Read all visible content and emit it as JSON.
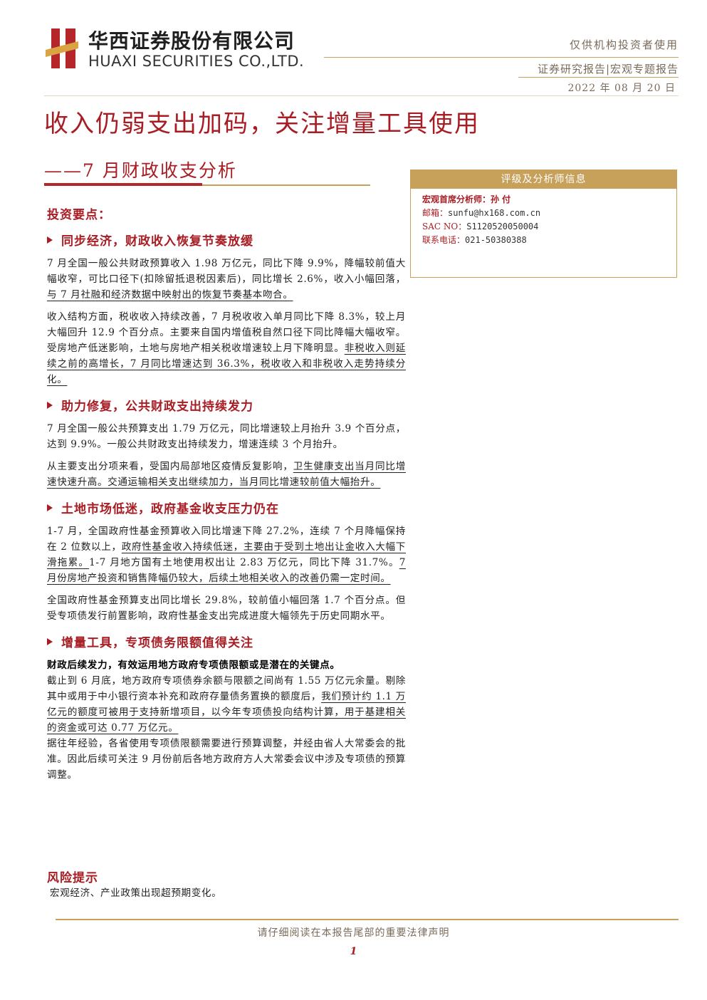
{
  "header": {
    "company_cn": "华西证券股份有限公司",
    "company_en": "HUAXI SECURITIES CO.,LTD.",
    "disclaimer": "仅供机构投资者使用",
    "report_type": "证券研究报告|宏观专题报告",
    "date": "2022 年 08 月 20 日"
  },
  "title": {
    "main": "收入仍弱支出加码，关注增量工具使用",
    "sub": "——7 月财政收支分析"
  },
  "info_box": {
    "heading": "评级及分析师信息",
    "analyst": "宏观首席分析师：孙 付",
    "email_label": "邮箱：",
    "email": "sunfu@hx168.com.cn",
    "sac_label": "SAC NO：",
    "sac": "S1120520050004",
    "phone_label": "联系电话：",
    "phone": "021-50380388"
  },
  "key_points_label": "投资要点：",
  "sections": [
    {
      "heading": "同步经济，财政收入恢复节奏放缓",
      "paragraphs": [
        {
          "plain": "7 月全国一般公共财政预算收入 1.98 万亿元，同比下降 9.9%，降幅较前值大幅收窄，可比口径下(扣除留抵退税因素后)，同比增长 2.6%，收入小幅回落，",
          "underlined": "与 7 月社融和经济数据中映射出的恢复节奏基本吻合。"
        },
        {
          "plain": "收入结构方面，税收收入持续改善，7 月税收收入单月同比下降 8.3%，较上月大幅回升 12.9 个百分点。主要来自国内增值税自然口径下同比降幅大幅收窄。受房地产低迷影响，土地与房地产相关税收增速较上月下降明显。",
          "underlined": "非税收入则延续之前的高增长，7 月同比增速达到 36.3%，税收收入和非税收入走势持续分化。"
        }
      ]
    },
    {
      "heading": "助力修复，公共财政支出持续发力",
      "paragraphs": [
        {
          "plain": "7 月全国一般公共预算支出 1.79 万亿元，同比增速较上月抬升 3.9 个百分点，达到 9.9%。一般公共财政支出持续发力，增速连续 3 个月抬升。",
          "underlined": ""
        },
        {
          "plain": "从主要支出分项来看，受国内局部地区疫情反复影响，",
          "underlined": "卫生健康支出当月同比增速快速升高。交通运输相关支出继续加力，当月同比增速较前值大幅抬升。"
        }
      ]
    },
    {
      "heading": "土地市场低迷，政府基金收支压力仍在",
      "paragraphs": [
        {
          "plain": "1-7 月，全国政府性基金预算收入同比增速下降 27.2%，连续 7 个月降幅保持在 2 位数以上，",
          "underlined": "政府性基金收入持续低迷，主要由于受到土地出让金收入大幅下滑拖累。",
          "plain2": "1-7 月地方国有土地使用权出让 2.83 万亿元，同比下降 31.7%。",
          "underlined2": "7 月份房地产投资和销售降幅仍较大，后续土地相关收入的改善仍需一定时间。"
        },
        {
          "plain": "全国政府性基金预算支出同比增长 29.8%，较前值小幅回落 1.7 个百分点。但受专项债发行前置影响，政府性基金支出完成进度大幅领先于历史同期水平。",
          "underlined": ""
        }
      ]
    },
    {
      "heading": "增量工具，专项债务限额值得关注",
      "bold_lead": "财政后续发力，有效运用地方政府专项债限额或是潜在的关键点。",
      "paragraphs": [
        {
          "plain": "截止到 6 月底，地方政府专项债券余额与限额之间尚有 1.55 万亿元余量。剔除其中或用于中小银行资本补充和政府存量债务置换的额度后，",
          "underlined": "我们预计约 1.1 万亿元的额度可被用于支持新增项目，以今年专项债投向结构计算，用于基建相关的资金或可达 0.77 万亿元。"
        },
        {
          "plain": "据往年经验，各省使用专项债限额需要进行预算调整，并经由省人大常委会的批准。因此后续可关注 9 月份前后各地方政府方人大常委会议中涉及专项债的预算调整。",
          "underlined": ""
        }
      ]
    }
  ],
  "risk": {
    "heading": "风险提示",
    "text": "宏观经济、产业政策出现超预期变化。"
  },
  "footer": {
    "notice": "请仔细阅读在本报告尾部的重要法律声明",
    "page": "1"
  },
  "colors": {
    "brand_red": "#a71d23",
    "gold": "#c7a05a"
  }
}
